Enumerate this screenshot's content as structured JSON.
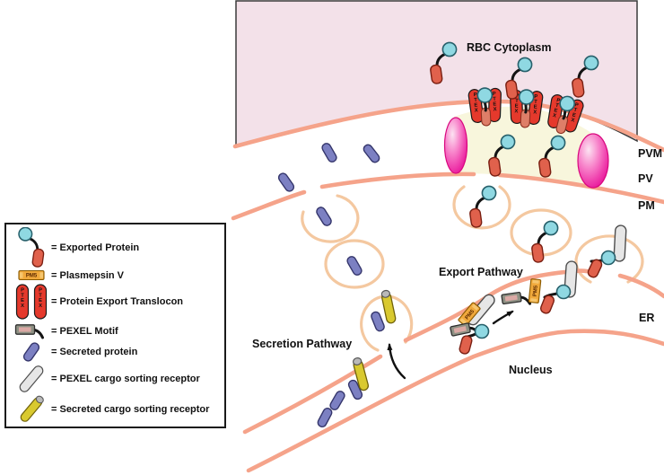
{
  "diagram": {
    "labels": {
      "rbc_cytoplasm": "RBC Cytoplasm",
      "pvm": "PVM",
      "pv": "PV",
      "pm": "PM",
      "er": "ER",
      "nucleus": "Nucleus",
      "export_pathway": "Export Pathway",
      "secretion_pathway": "Secretion Pathway"
    },
    "glyph_text": {
      "ptex": "PTEX",
      "pm5": "PM5"
    }
  },
  "legend": {
    "items": [
      {
        "icon": "exported-protein-icon",
        "label": "= Exported Protein"
      },
      {
        "icon": "plasmepsin-v-icon",
        "label": "= Plasmepsin V"
      },
      {
        "icon": "protein-export-translocon-icon",
        "label": "= Protein Export Translocon"
      },
      {
        "icon": "pexel-motif-icon",
        "label": "= PEXEL Motif"
      },
      {
        "icon": "secreted-protein-icon",
        "label": "= Secreted protein"
      },
      {
        "icon": "pexel-cargo-sorting-receptor-icon",
        "label": "= PEXEL cargo sorting receptor"
      },
      {
        "icon": "secreted-cargo-sorting-receptor-icon",
        "label": "= Secreted cargo sorting receptor"
      }
    ]
  },
  "colors": {
    "rbc_cytoplasm_fill": "#F3E1E9",
    "membrane": "#F5A38A",
    "vesicle_outline": "#F4C8A0",
    "pv_lumen_fill": "#F8F6DC",
    "exported_protein_cyan": "#8FD8E2",
    "exported_protein_red": "#E0614C",
    "translocon_red": "#E5392C",
    "plasmepsin_orange": "#F0A93C",
    "secreted_protein_purple": "#7C80C2",
    "receptor_gray": "#E6E6E6",
    "receptor_yellow": "#D9C92F",
    "magenta_oval": "#E60E97"
  }
}
